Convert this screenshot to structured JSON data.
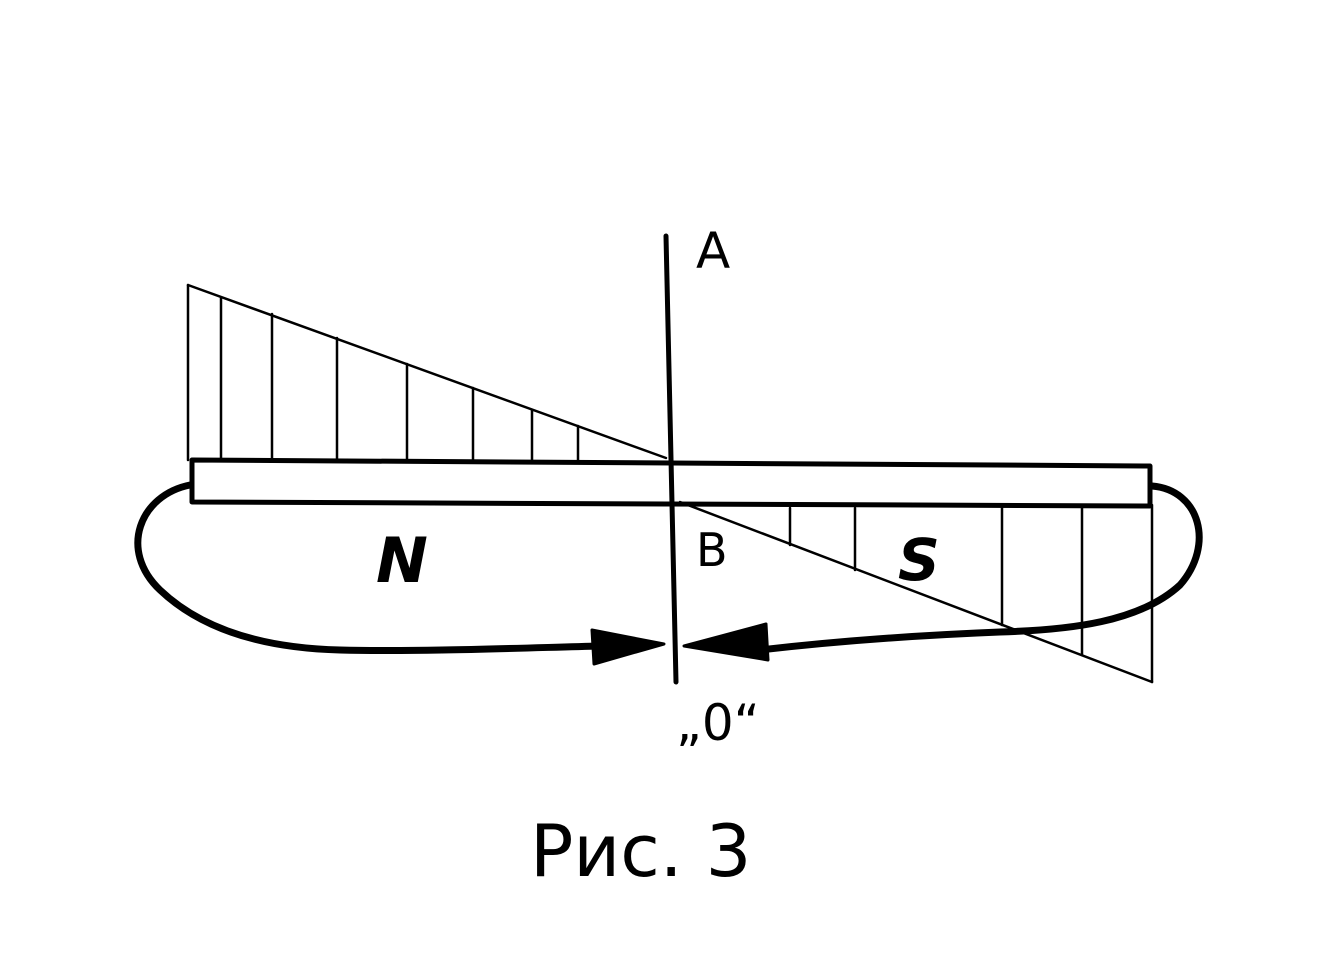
{
  "labels": {
    "point_a": "A",
    "point_b": "B",
    "pole_north": "N",
    "pole_south": "S",
    "point_o": "„0“",
    "caption": "Рис. 3"
  },
  "colors": {
    "ink": "#000000",
    "background": "#ffffff"
  }
}
